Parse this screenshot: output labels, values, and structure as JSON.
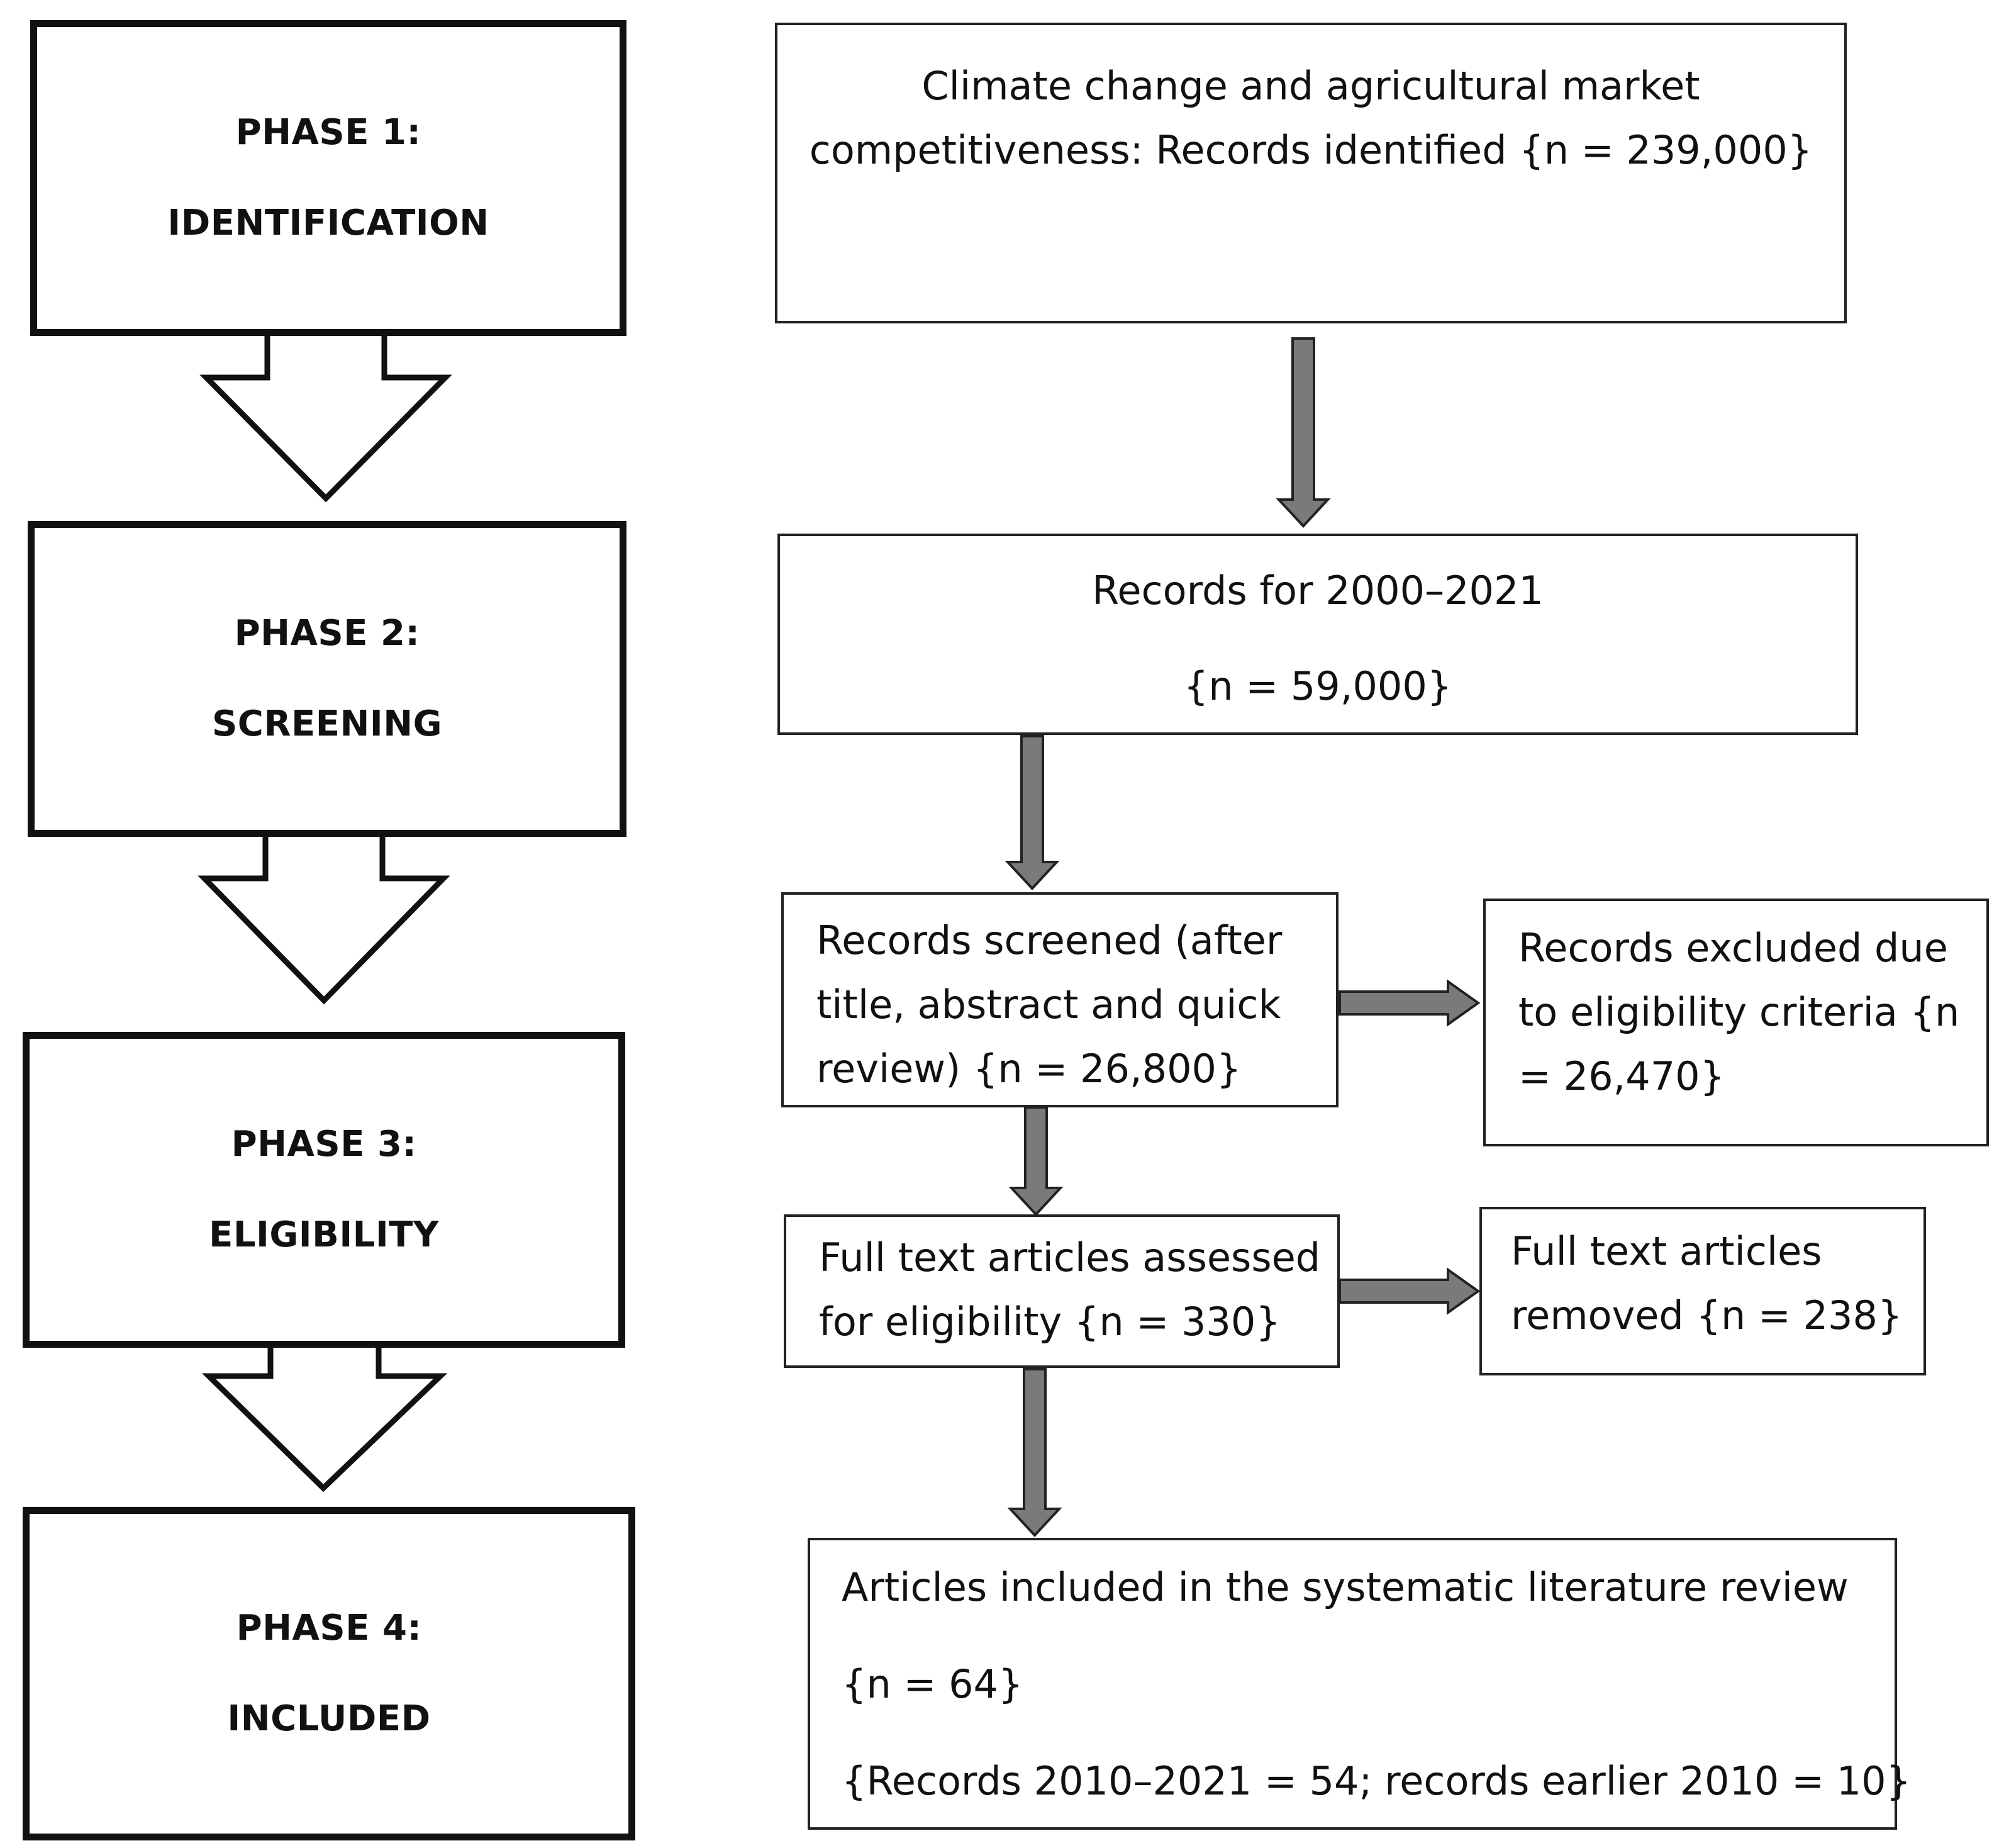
{
  "phases": [
    {
      "line1": "PHASE 1:",
      "line2": "IDENTIFICATION"
    },
    {
      "line1": "PHASE 2:",
      "line2": "SCREENING"
    },
    {
      "line1": "PHASE 3:",
      "line2": "ELIGIBILITY"
    },
    {
      "line1": "PHASE 4:",
      "line2": "INCLUDED"
    }
  ],
  "boxes": {
    "identified": {
      "line1": "Climate change and agricultural market",
      "line2": "competitiveness: Records identified {n = 239,000}"
    },
    "records_range": {
      "line1": "Records for 2000–2021",
      "line2": "{n = 59,000}"
    },
    "screened": {
      "line1": "Records screened (after",
      "line2": "title, abstract and quick",
      "line3": "review) {n = 26,800}"
    },
    "excluded": {
      "line1": "Records excluded due",
      "line2": "to eligibility criteria {n",
      "line3": "= 26,470}"
    },
    "assessed": {
      "line1": "Full text articles assessed",
      "line2": "for eligibility {n = 330}"
    },
    "removed": {
      "line1": "Full text articles",
      "line2": "removed {n = 238}"
    },
    "included": {
      "line1": "Articles included in the systematic literature review",
      "line2": "{n = 64}",
      "line3": "{Records 2010–2021 = 54; records earlier 2010 = 10}"
    }
  },
  "colors": {
    "stroke": "#111111",
    "arrow_fill": "#7a7a7a",
    "background": "#ffffff"
  }
}
